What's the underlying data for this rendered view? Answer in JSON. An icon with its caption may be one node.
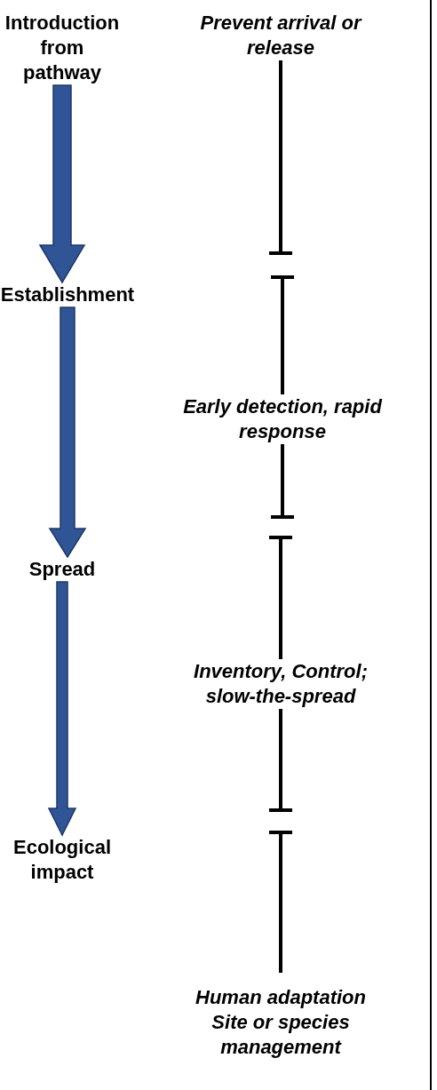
{
  "diagram": {
    "nodes": [
      {
        "text": [
          "Introduction from pathway"
        ]
      },
      {
        "text": [
          "Establishment"
        ]
      },
      {
        "text": [
          "Spread"
        ]
      },
      {
        "text": [
          "Ecological impact"
        ]
      },
      {
        "text": [
          "Prevent arrival or release"
        ]
      },
      {
        "text": [
          "Early detection, rapid response"
        ]
      },
      {
        "text": [
          "Inventory, Control; slow-the-spread"
        ]
      },
      {
        "text": [
          "Human adaptation",
          "Site or species management"
        ]
      }
    ],
    "edges": [
      {
        "from": 0,
        "to": 1,
        "arrow": "to",
        "style": "thick",
        "color": "#2f5597"
      },
      {
        "from": 1,
        "to": 2,
        "arrow": "to",
        "style": "thick",
        "color": "#2f5597"
      },
      {
        "from": 2,
        "to": 3,
        "arrow": "to",
        "style": "thick",
        "color": "#2f5597"
      },
      {
        "from": 4,
        "to": null,
        "arrow": "other"
      },
      {
        "from": 5,
        "to": null,
        "arrow": "other"
      },
      {
        "from": 5,
        "to": null,
        "arrow": "other"
      },
      {
        "from": 6,
        "to": null,
        "arrow": "other"
      },
      {
        "from": 6,
        "to": null,
        "arrow": "other"
      },
      {
        "from": 7,
        "to": null,
        "arrow": "other"
      }
    ]
  }
}
